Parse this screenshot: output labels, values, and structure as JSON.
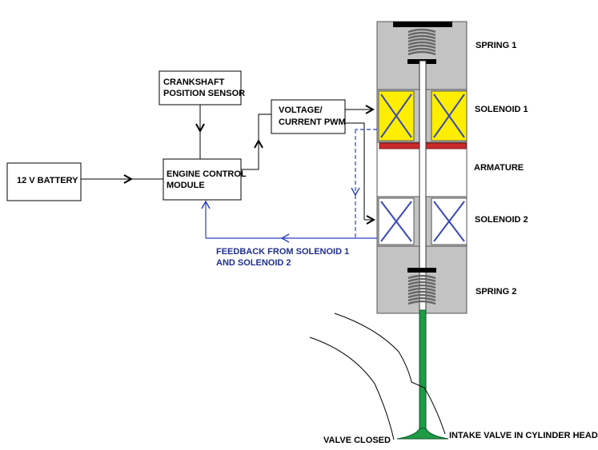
{
  "blocks": {
    "battery": "12 V BATTERY",
    "crankshaft_line1": "CRANKSHAFT",
    "crankshaft_line2": "POSITION SENSOR",
    "ecm_line1": "ENGINE CONTROL",
    "ecm_line2": "MODULE",
    "pwm_line1": "VOLTAGE/",
    "pwm_line2": "CURRENT PWM"
  },
  "labels": {
    "spring1": "SPRING 1",
    "solenoid1": "SOLENOID 1",
    "armature": "ARMATURE",
    "solenoid2": "SOLENOID 2",
    "spring2": "SPRING 2",
    "feedback_line1": "FEEDBACK FROM SOLENOID 1",
    "feedback_line2": "AND SOLENOID 2",
    "valve_closed": "VALVE CLOSED",
    "intake_valve": "INTAKE VALVE IN CYLINDER HEAD"
  },
  "colors": {
    "actuator_body": "#c3c3c3",
    "solenoid1_fill": "#ffee00",
    "coil": "#3a49b8",
    "armature_plate": "#cc2a2a",
    "valve": "#1f9a46",
    "feedback_line": "#2a3fc0"
  }
}
